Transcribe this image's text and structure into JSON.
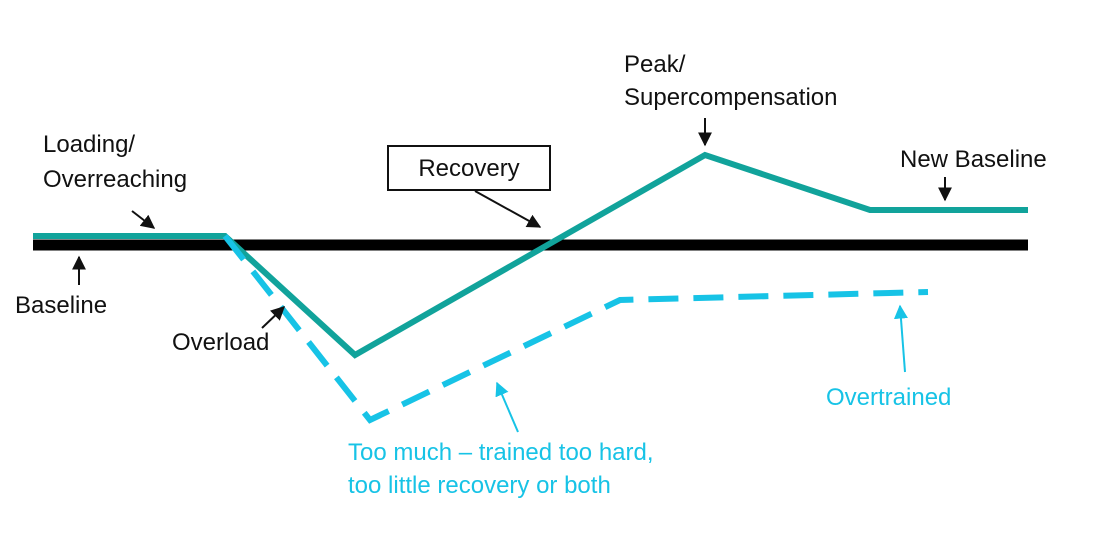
{
  "labels": {
    "loading_1": "Loading/",
    "loading_2": "Overreaching",
    "baseline": "Baseline",
    "overload": "Overload",
    "recovery": "Recovery",
    "peak_1": "Peak/",
    "peak_2": "Supercompensation",
    "new_baseline": "New Baseline",
    "overtrained": "Overtrained",
    "too_much_1": "Too much – trained too hard,",
    "too_much_2": "too little recovery or both"
  },
  "colors": {
    "baseline_line": "#000000",
    "teal_curve": "#11a39b",
    "cyan_dashed": "#17c3e6",
    "text": "#111111"
  }
}
